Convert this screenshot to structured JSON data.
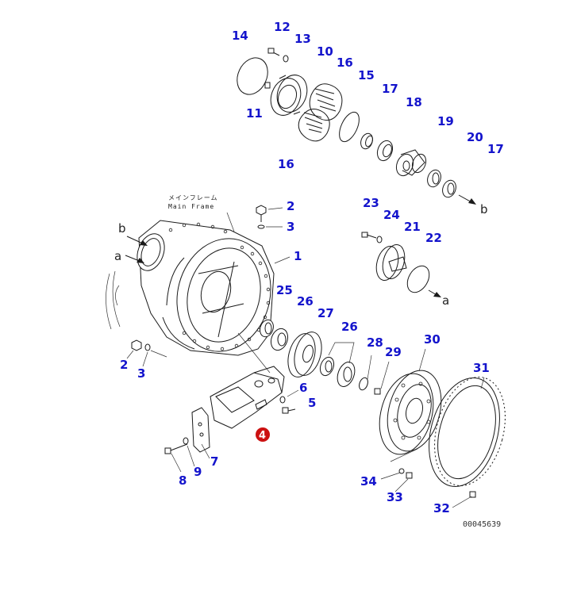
{
  "diagram": {
    "frame_label_jp": "メインフレーム",
    "frame_label_en": "Main Frame",
    "drawing_code": "00045639",
    "highlight_color": "#cc1111",
    "label_color": "#1414cc",
    "arrow_labels": [
      "a",
      "b",
      "a",
      "b"
    ],
    "parts": [
      {
        "no": "1"
      },
      {
        "no": "2"
      },
      {
        "no": "3"
      },
      {
        "no": "4"
      },
      {
        "no": "5"
      },
      {
        "no": "6"
      },
      {
        "no": "7"
      },
      {
        "no": "8"
      },
      {
        "no": "9"
      },
      {
        "no": "10"
      },
      {
        "no": "11"
      },
      {
        "no": "12"
      },
      {
        "no": "13"
      },
      {
        "no": "14"
      },
      {
        "no": "15"
      },
      {
        "no": "16"
      },
      {
        "no": "17"
      },
      {
        "no": "18"
      },
      {
        "no": "19"
      },
      {
        "no": "20"
      },
      {
        "no": "21"
      },
      {
        "no": "22"
      },
      {
        "no": "23"
      },
      {
        "no": "24"
      },
      {
        "no": "25"
      },
      {
        "no": "26"
      },
      {
        "no": "27"
      },
      {
        "no": "28"
      },
      {
        "no": "29"
      },
      {
        "no": "30"
      },
      {
        "no": "31"
      },
      {
        "no": "32"
      },
      {
        "no": "33"
      },
      {
        "no": "34"
      }
    ]
  }
}
